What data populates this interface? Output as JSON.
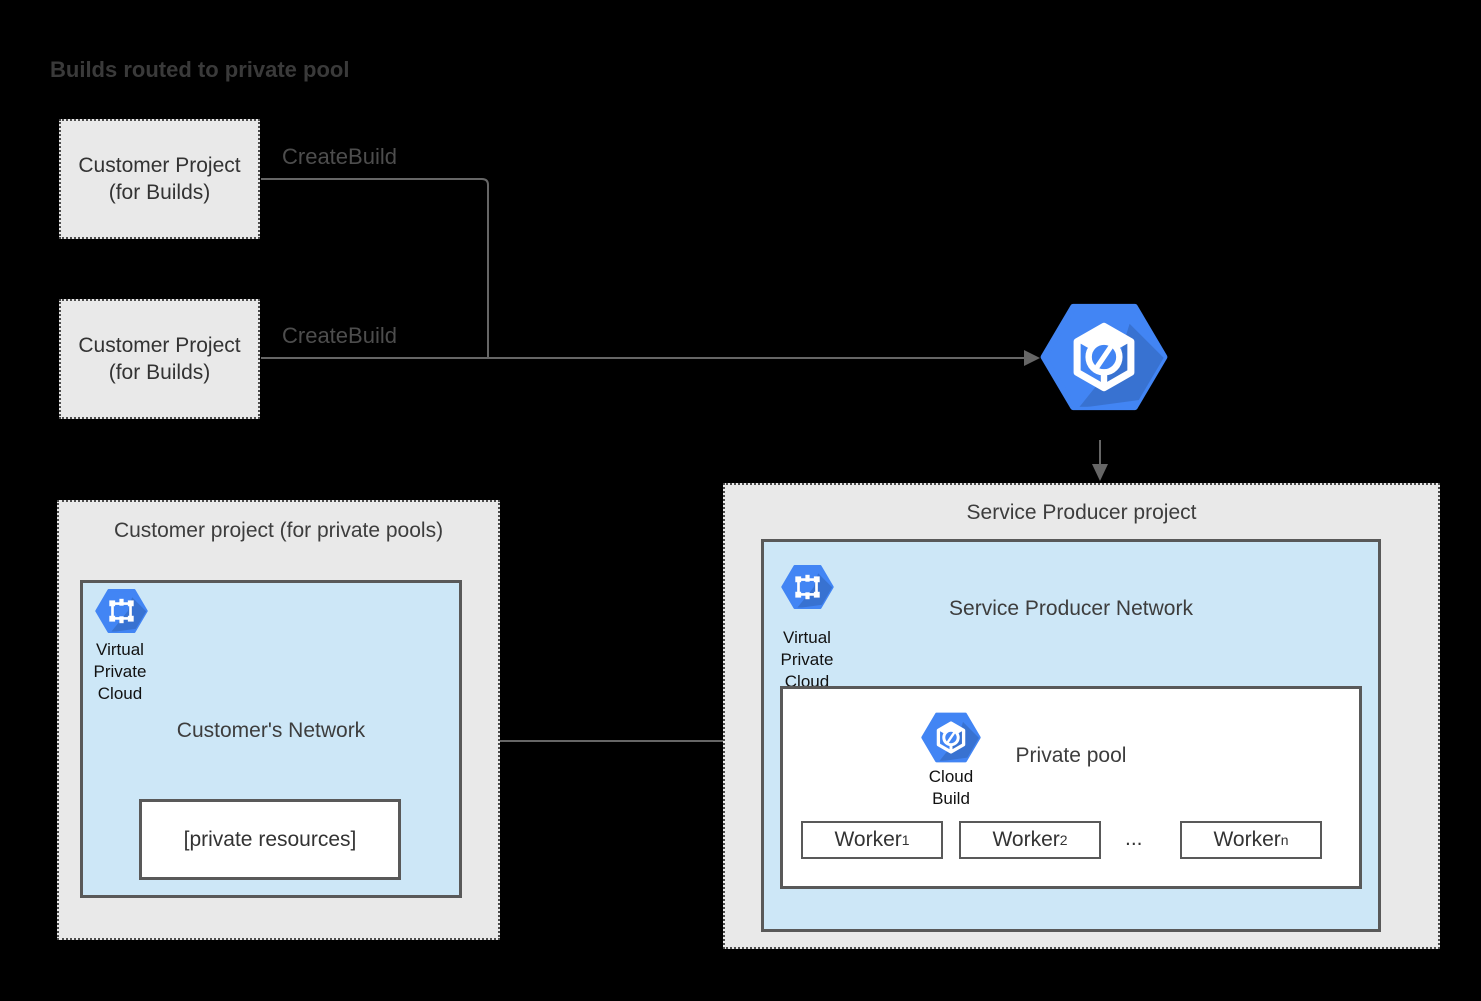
{
  "title": "Builds routed to private pool",
  "build_sources": [
    {
      "line1": "Customer Project",
      "line2": "(for Builds)",
      "arrow_label": "CreateBuild"
    },
    {
      "line1": "Customer Project",
      "line2": "(for Builds)",
      "arrow_label": "CreateBuild"
    }
  ],
  "service_producer": {
    "title": "Service Producer project",
    "network": {
      "title": "Service Producer Network",
      "vpc_caption": [
        "Virtual",
        "Private",
        "Cloud"
      ],
      "pool": {
        "title": "Private pool",
        "cloud_build_caption": [
          "Cloud",
          "Build"
        ],
        "workers": [
          {
            "base": "Worker",
            "sub": "1"
          },
          {
            "base": "Worker",
            "sub": "2"
          },
          {
            "base": "Worker",
            "sub": "n"
          }
        ],
        "ellipsis": "..."
      }
    }
  },
  "customer_pools_project": {
    "title": "Customer project (for private pools)",
    "network": {
      "title": "Customer's Network",
      "vpc_caption": [
        "Virtual",
        "Private",
        "Cloud"
      ],
      "private_resources": "[private resources]"
    }
  },
  "icons": {
    "cloud_build_icon": "blue hexagon with white cube and gauge",
    "virtual_private_cloud_icon": "blue hexagon with white node square"
  },
  "colors": {
    "google_blue": "#4285f4",
    "icon_shadow": "rgba(0,0,0,0.14)",
    "project_box_gray": "#e9e9e9",
    "network_blue": "#cde7f7",
    "solid_border": "#595959",
    "dotted_border": "#4c4c4c",
    "connector_gray": "#666666",
    "text_dark": "#333333"
  }
}
